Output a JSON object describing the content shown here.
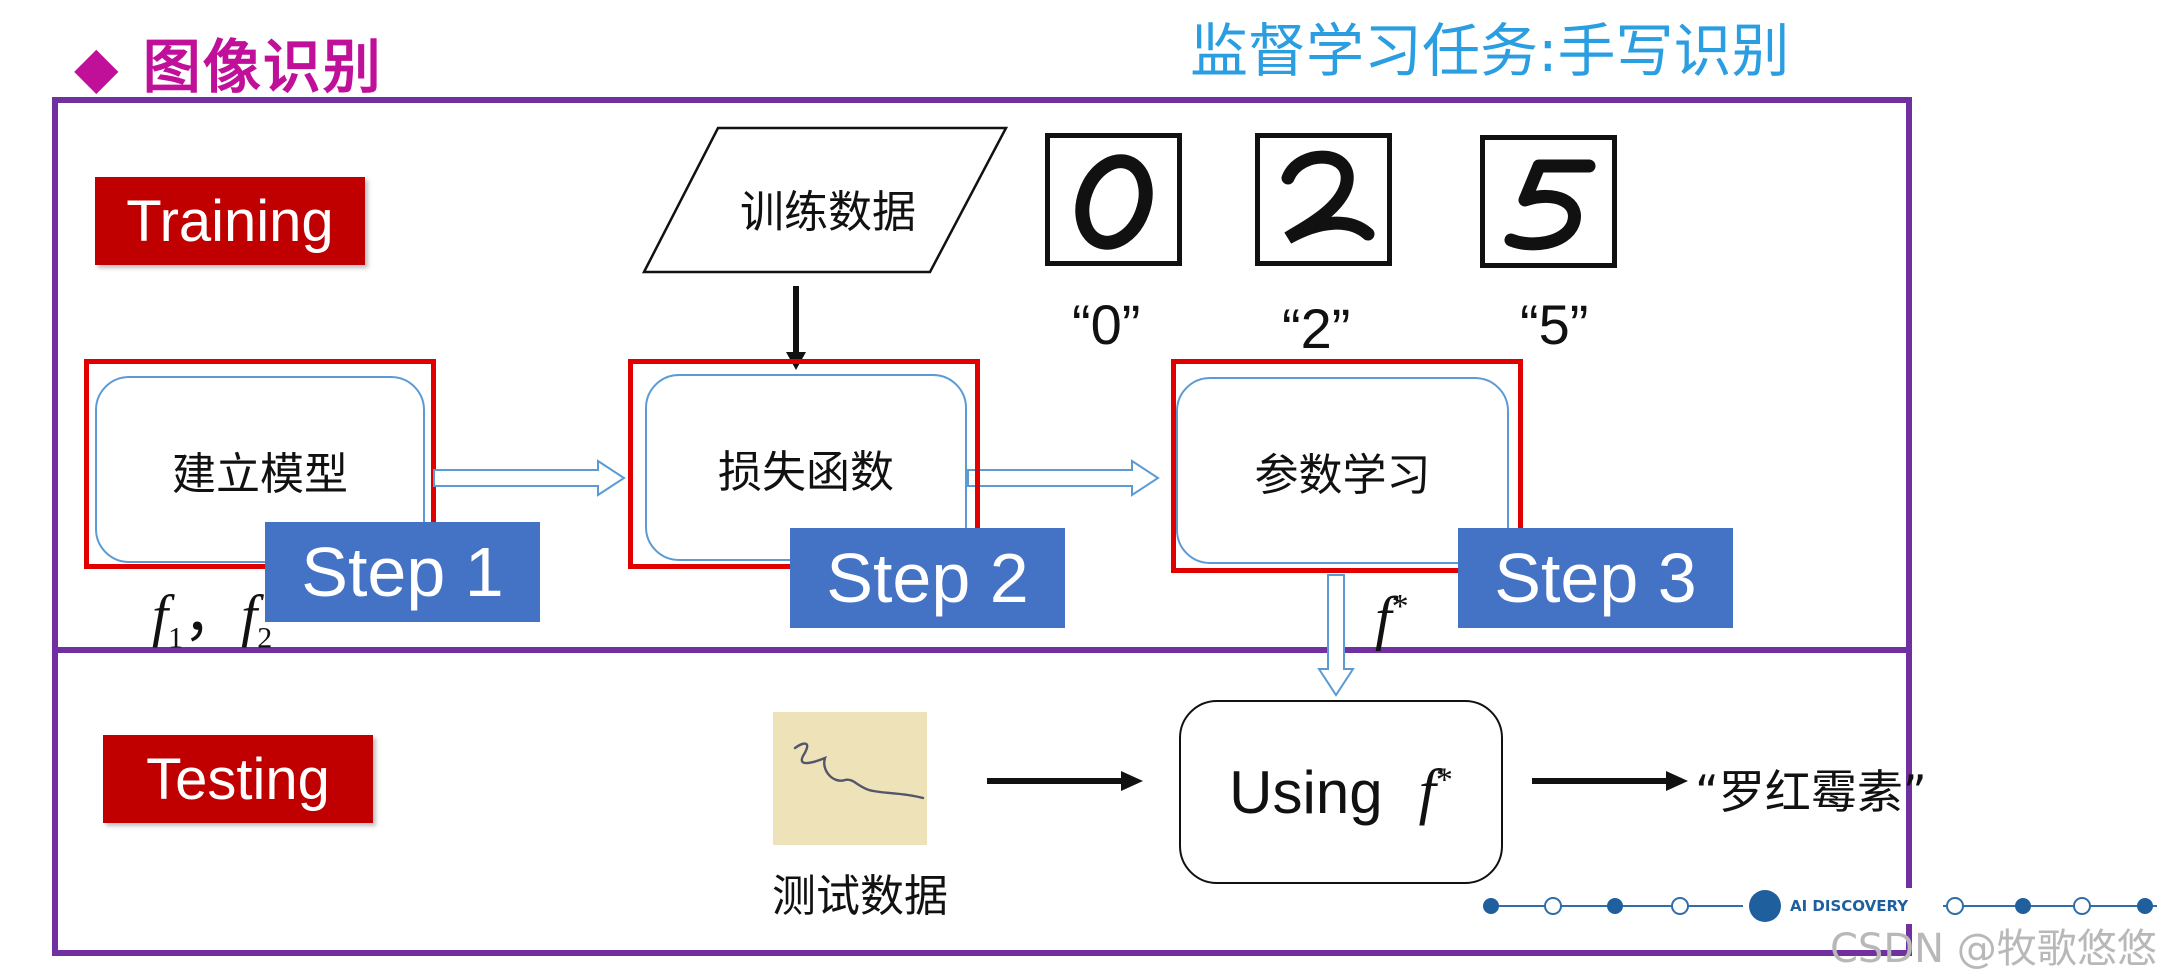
{
  "title": "◆ 图像识别",
  "subtitle": "监督学习任务:手写识别",
  "training": {
    "tag": "Training",
    "data_label": "训练数据",
    "digits": [
      {
        "glyph": "0",
        "caption": "“0”"
      },
      {
        "glyph": "2",
        "caption": "“2”"
      },
      {
        "glyph": "5",
        "caption": "“5”"
      }
    ],
    "step1": {
      "box": "建立模型",
      "step": "Step 1",
      "note_f": "f",
      "note_sub1": "1",
      "note_sep": "，",
      "note_sub2": "2"
    },
    "step2": {
      "box": "损失函数",
      "step": "Step 2"
    },
    "step3": {
      "box": "参数学习",
      "step": "Step 3",
      "fstar": "f",
      "star": "*"
    }
  },
  "testing": {
    "tag": "Testing",
    "data_label": "测试数据",
    "using_word": "Using",
    "using_f": "f",
    "using_star": "*",
    "result": "“罗红霉素”"
  },
  "watermark": {
    "brand": "AI DISCOVERY",
    "credit": "CSDN @牧歌悠悠"
  },
  "colors": {
    "title": "#c0109a",
    "subtitle": "#2a9ee0",
    "frame": "#7030a0",
    "tag": "#c00000",
    "step": "#4472c4",
    "redbox": "#e00000",
    "roundbox": "#5b9bd5"
  }
}
